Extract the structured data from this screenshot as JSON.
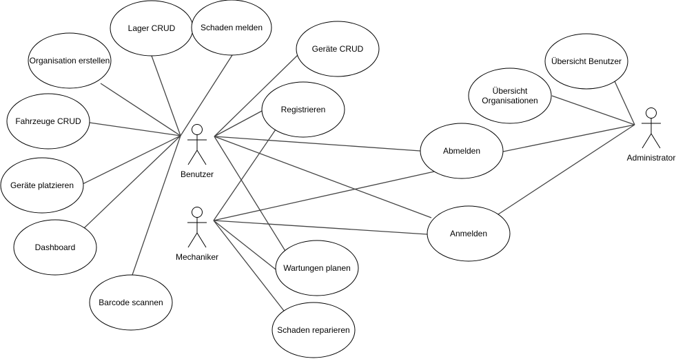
{
  "diagram": {
    "actors": [
      {
        "id": "benutzer",
        "label": "Benutzer"
      },
      {
        "id": "mechaniker",
        "label": "Mechaniker"
      },
      {
        "id": "administrator",
        "label": "Administrator"
      }
    ],
    "use_cases": [
      {
        "id": "lager",
        "label": "Lager CRUD"
      },
      {
        "id": "schaden_melden",
        "label": "Schaden melden"
      },
      {
        "id": "geraete_crud",
        "label": "Geräte CRUD"
      },
      {
        "id": "org_erstellen",
        "label": "Organisation erstellen"
      },
      {
        "id": "fahrzeuge",
        "label": "Fahrzeuge CRUD"
      },
      {
        "id": "geraete_platzieren",
        "label": "Geräte platzieren"
      },
      {
        "id": "dashboard",
        "label": "Dashboard"
      },
      {
        "id": "barcode",
        "label": "Barcode scannen"
      },
      {
        "id": "registrieren",
        "label": "Registrieren"
      },
      {
        "id": "abmelden",
        "label": "Abmelden"
      },
      {
        "id": "anmelden",
        "label": "Anmelden"
      },
      {
        "id": "wartungen",
        "label": "Wartungen planen"
      },
      {
        "id": "schaden_reparieren",
        "label": "Schaden reparieren"
      },
      {
        "id": "uebersicht_org",
        "label": [
          "Übersicht",
          "Organisationen"
        ]
      },
      {
        "id": "uebersicht_benutzer",
        "label": "Übersicht Benutzer"
      }
    ],
    "associations": [
      [
        "benutzer",
        "lager"
      ],
      [
        "benutzer",
        "schaden_melden"
      ],
      [
        "benutzer",
        "geraete_crud"
      ],
      [
        "benutzer",
        "org_erstellen"
      ],
      [
        "benutzer",
        "fahrzeuge"
      ],
      [
        "benutzer",
        "geraete_platzieren"
      ],
      [
        "benutzer",
        "dashboard"
      ],
      [
        "benutzer",
        "barcode"
      ],
      [
        "benutzer",
        "registrieren"
      ],
      [
        "benutzer",
        "abmelden"
      ],
      [
        "benutzer",
        "anmelden"
      ],
      [
        "benutzer",
        "wartungen"
      ],
      [
        "mechaniker",
        "registrieren"
      ],
      [
        "mechaniker",
        "abmelden"
      ],
      [
        "mechaniker",
        "anmelden"
      ],
      [
        "mechaniker",
        "wartungen"
      ],
      [
        "mechaniker",
        "schaden_reparieren"
      ],
      [
        "administrator",
        "uebersicht_org"
      ],
      [
        "administrator",
        "uebersicht_benutzer"
      ],
      [
        "administrator",
        "abmelden"
      ],
      [
        "administrator",
        "anmelden"
      ]
    ]
  }
}
